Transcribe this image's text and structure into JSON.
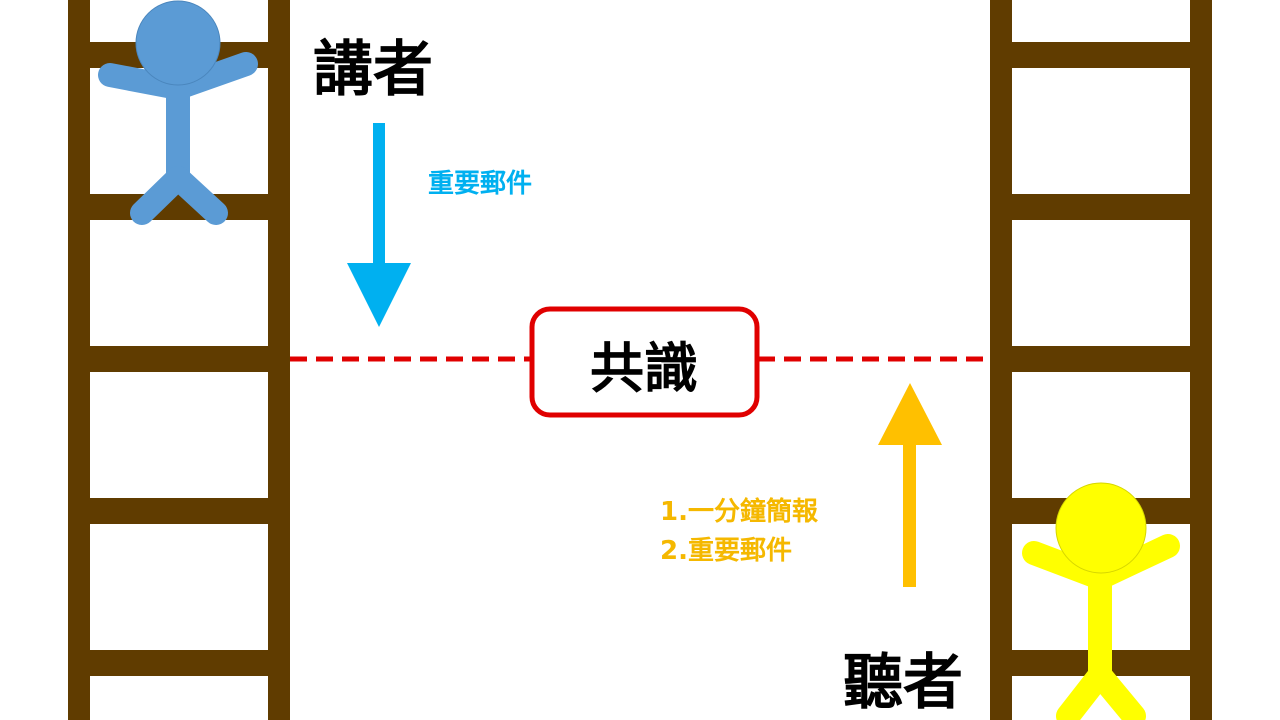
{
  "speaker": {
    "label": "講者",
    "message": "重要郵件",
    "figure_color": "#5b9bd5",
    "arrow_color": "#00b0f0"
  },
  "listener": {
    "label": "聽者",
    "messages": [
      "1.一分鐘簡報",
      "2.重要郵件"
    ],
    "figure_color": "#ffff00",
    "arrow_color": "#ffc000",
    "text_color": "#f5b800"
  },
  "consensus": {
    "label": "共識",
    "border_color": "#e00000",
    "line_color": "#e00000"
  },
  "ladders": {
    "color": "#603c00"
  },
  "text_color": "#000000"
}
